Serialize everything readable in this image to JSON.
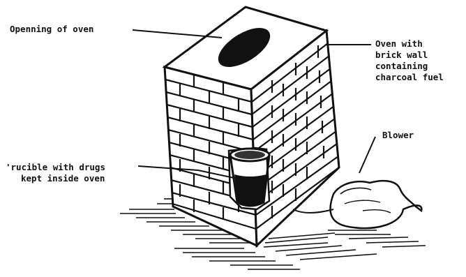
{
  "labels": {
    "opening": "Openning of oven",
    "oven_line1": "Oven with",
    "oven_line2": "brick wall",
    "oven_line3": "containing",
    "oven_line4": "charcoal fuel",
    "blower": "Blower",
    "crucible_line1": "'rucible with drugs",
    "crucible_line2": "kept inside oven"
  },
  "colors": {
    "ink": "#111111",
    "background": "#ffffff"
  }
}
